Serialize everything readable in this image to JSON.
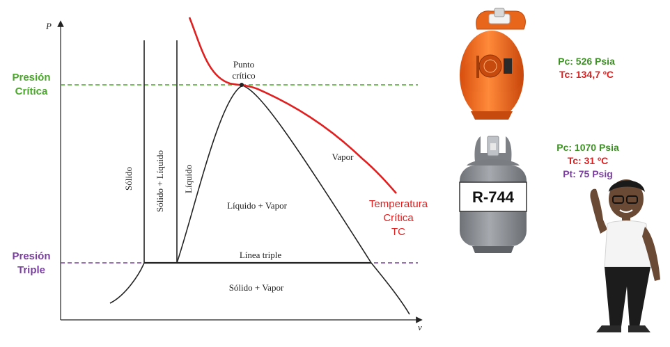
{
  "diagram": {
    "axis_p": "P",
    "axis_v": "v",
    "critical_label_line1": "Punto",
    "critical_label_line2": "crítico",
    "region_solido": "Sólido",
    "region_solido_liquido": "Sólido + Líquido",
    "region_liquido": "Líquido",
    "region_liquido_vapor": "Líquido + Vapor",
    "region_vapor": "Vapor",
    "triple_line": "Línea triple",
    "region_solido_vapor": "Sólido + Vapor",
    "critical_pressure_line1": "Presión",
    "critical_pressure_line2": "Crítica",
    "triple_pressure_line1": "Presión",
    "triple_pressure_line2": "Triple",
    "critical_temp_line1": "Temperatura",
    "critical_temp_line2": "Crítica",
    "critical_temp_line3": "TC"
  },
  "refrigerants": {
    "orange": {
      "pc": "Pc: 526 Psia",
      "tc": "Tc: 134,7 ºC"
    },
    "gray": {
      "label": "R-744",
      "pc": "Pc: 1070 Psia",
      "tc": "Tc: 31 ºC",
      "pt": "Pt: 75 Psig"
    }
  },
  "colors": {
    "green": "#4aa82a",
    "red": "#e02020",
    "purple": "#7a3fa0",
    "cylinder_orange": "#f06a1a",
    "cylinder_gray": "#8c9096"
  }
}
